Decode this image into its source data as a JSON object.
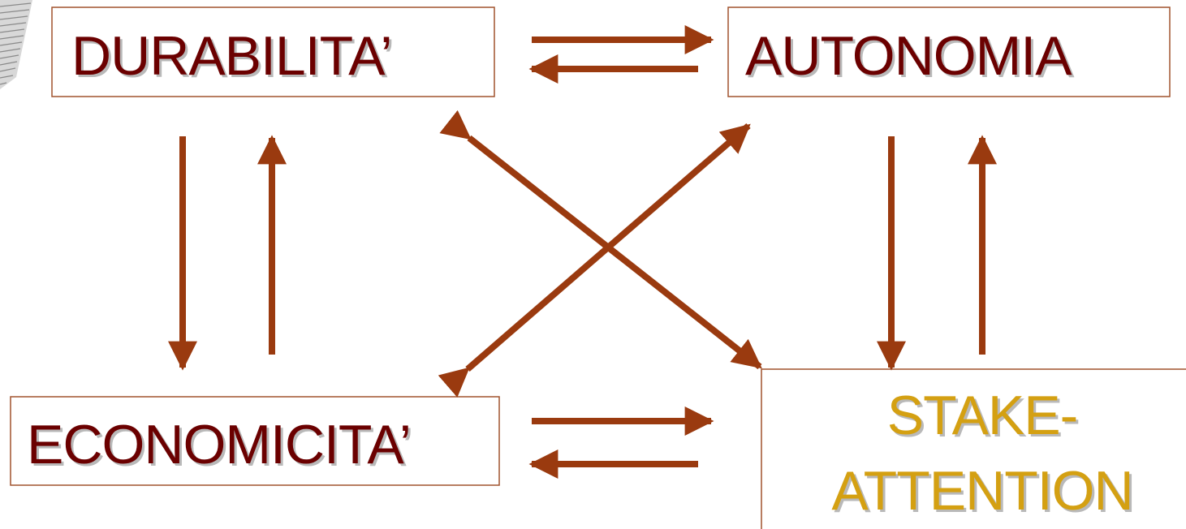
{
  "nodes": {
    "durabilita": {
      "label": "DURABILITA’"
    },
    "autonomia": {
      "label": "AUTONOMIA"
    },
    "economicita": {
      "label": "ECONOMICITA’"
    },
    "stake_line1": {
      "label": "STAKE-"
    },
    "stake_line2": {
      "label": "ATTENTION"
    }
  },
  "colors": {
    "primary_text": "#6b0000",
    "highlight_text": "#d4a012",
    "text_shadow": "#b9b9b9",
    "box_border": "#a0522d",
    "arrow": "#9a3a0f"
  },
  "decorative": {
    "corner_stripes": "striped-wedge"
  }
}
